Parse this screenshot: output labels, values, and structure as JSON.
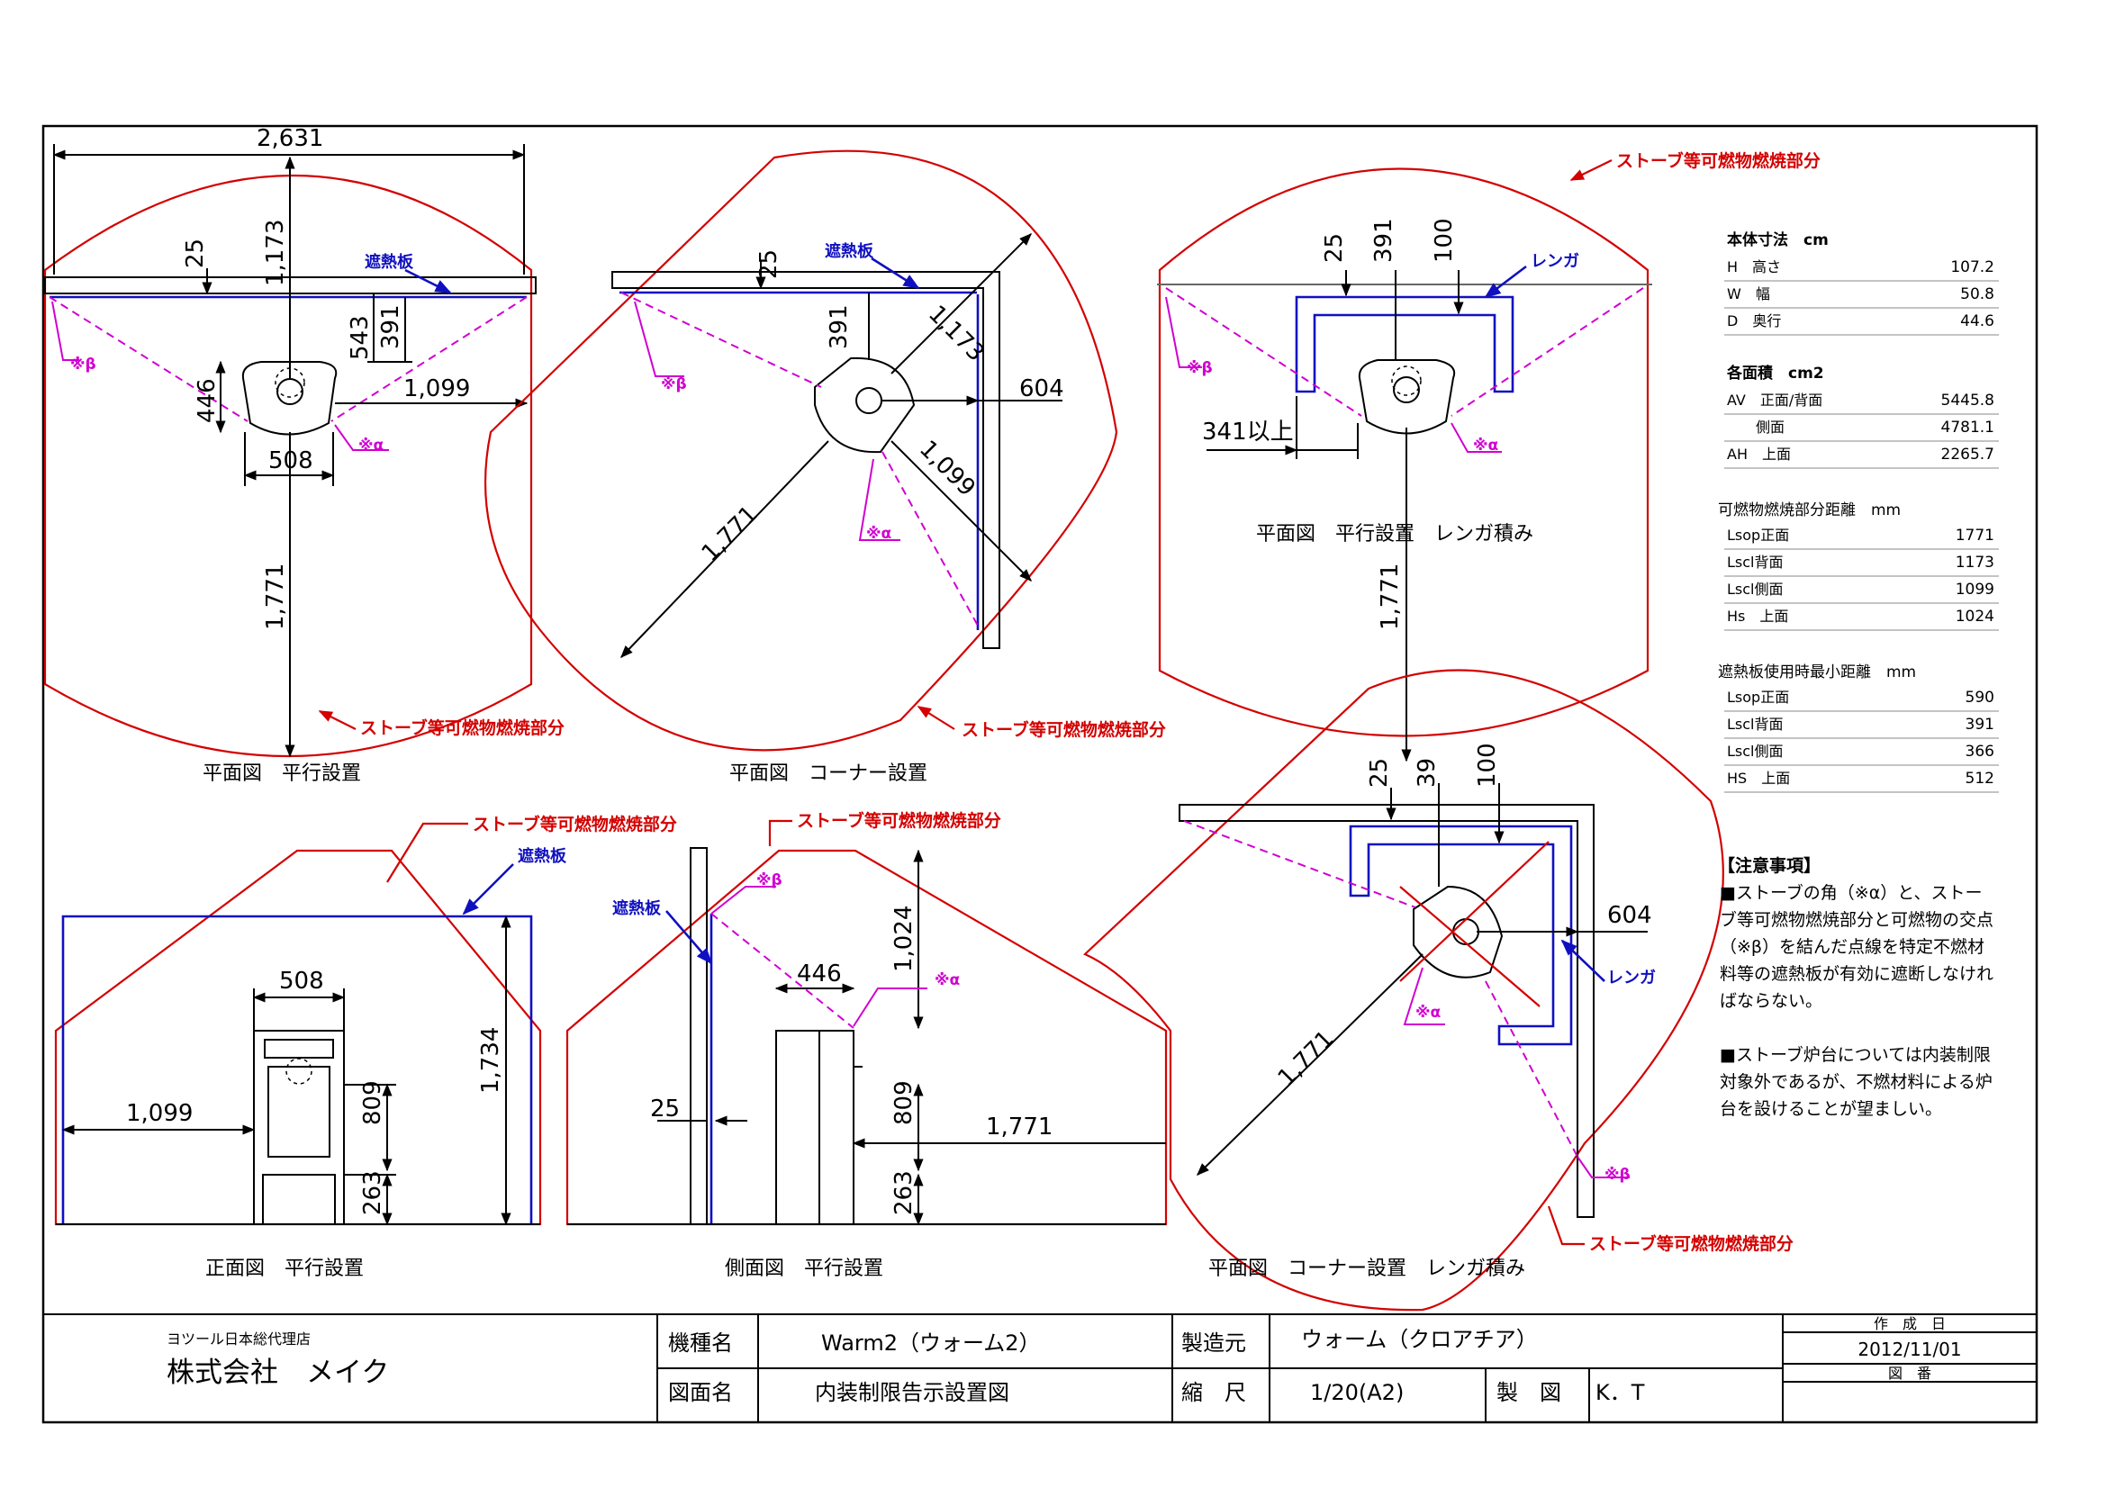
{
  "dimensions": {
    "width_2631": "2,631",
    "d25": "25",
    "d1173": "1,173",
    "d543": "543",
    "d391": "391",
    "d446": "446",
    "d1099": "1,099",
    "d508": "508",
    "d1771": "1,771",
    "d604": "604",
    "d100": "100",
    "d341": "341以上",
    "d39": "39",
    "d1024": "1,024",
    "d809": "809",
    "d263": "263",
    "d1734": "1,734"
  },
  "labels": {
    "heat_shield": "遮熱板",
    "brick": "レンガ",
    "combustible": "ストーブ等可燃物燃焼部分",
    "alpha": "※α",
    "beta": "※β"
  },
  "view_captions": {
    "plan_parallel": "平面図　平行設置",
    "plan_corner": "平面図　コーナー設置",
    "plan_parallel_brick": "平面図　平行設置　レンガ積み",
    "front_parallel": "正面図　平行設置",
    "side_parallel": "側面図　平行設置",
    "plan_corner_brick": "平面図　コーナー設置　レンガ積み"
  },
  "specs": {
    "body_title": "本体寸法　cm",
    "body_rows": [
      {
        "label": "H　高さ",
        "value": "107.2"
      },
      {
        "label": "W　幅",
        "value": "50.8"
      },
      {
        "label": "D　奥行",
        "value": "44.6"
      }
    ],
    "area_title": "各面積　cm2",
    "area_rows": [
      {
        "label": "AV　正面/背面",
        "value": "5445.8"
      },
      {
        "label": "　　側面",
        "value": "4781.1"
      },
      {
        "label": "AH　上面",
        "value": "2265.7"
      }
    ],
    "dist_title": "可燃物燃焼部分距離　mm",
    "dist_rows": [
      {
        "label": "Lsop正面",
        "value": "1771"
      },
      {
        "label": "Lscl背面",
        "value": "1173"
      },
      {
        "label": "Lscl側面",
        "value": "1099"
      },
      {
        "label": "Hs　上面",
        "value": "1024"
      }
    ],
    "shield_title": "遮熱板使用時最小距離　mm",
    "shield_rows": [
      {
        "label": "Lsop正面",
        "value": "590"
      },
      {
        "label": "Lscl背面",
        "value": "391"
      },
      {
        "label": "Lscl側面",
        "value": "366"
      },
      {
        "label": "HS　上面",
        "value": "512"
      }
    ]
  },
  "notes": {
    "title": "【注意事項】",
    "lines1": [
      "■ストーブの角（※α）と、ストー",
      "ブ等可燃物燃焼部分と可燃物の交点",
      "（※β）を結んだ点線を特定不燃材",
      "料等の遮熱板が有効に遮断しなけれ",
      "ばならない。"
    ],
    "lines2": [
      "■ストーブ炉台については内装制限",
      "対象外であるが、不燃材料による炉",
      "台を設けることが望ましい。"
    ]
  },
  "title_block": {
    "agent_small": "ヨツール日本総代理店",
    "company": "株式会社　メイク",
    "model_label": "機種名",
    "model_value": "Warm2（ウォーム2）",
    "drawing_label": "図面名",
    "drawing_value": "内装制限告示設置図",
    "maker_label": "製造元",
    "maker_value": "ウォーム（クロアチア）",
    "scale_label": "縮　尺",
    "scale_value": "1/20(A2)",
    "drafter_label": "製　図",
    "drafter_value": "K．T",
    "date_label": "作　成　日",
    "date_value": "2012/11/01",
    "number_label": "図　番"
  },
  "colors": {
    "combustible_line": "#d40000",
    "heat_shield_line": "#1010c0",
    "alpha_beta_line": "#d000d0"
  }
}
